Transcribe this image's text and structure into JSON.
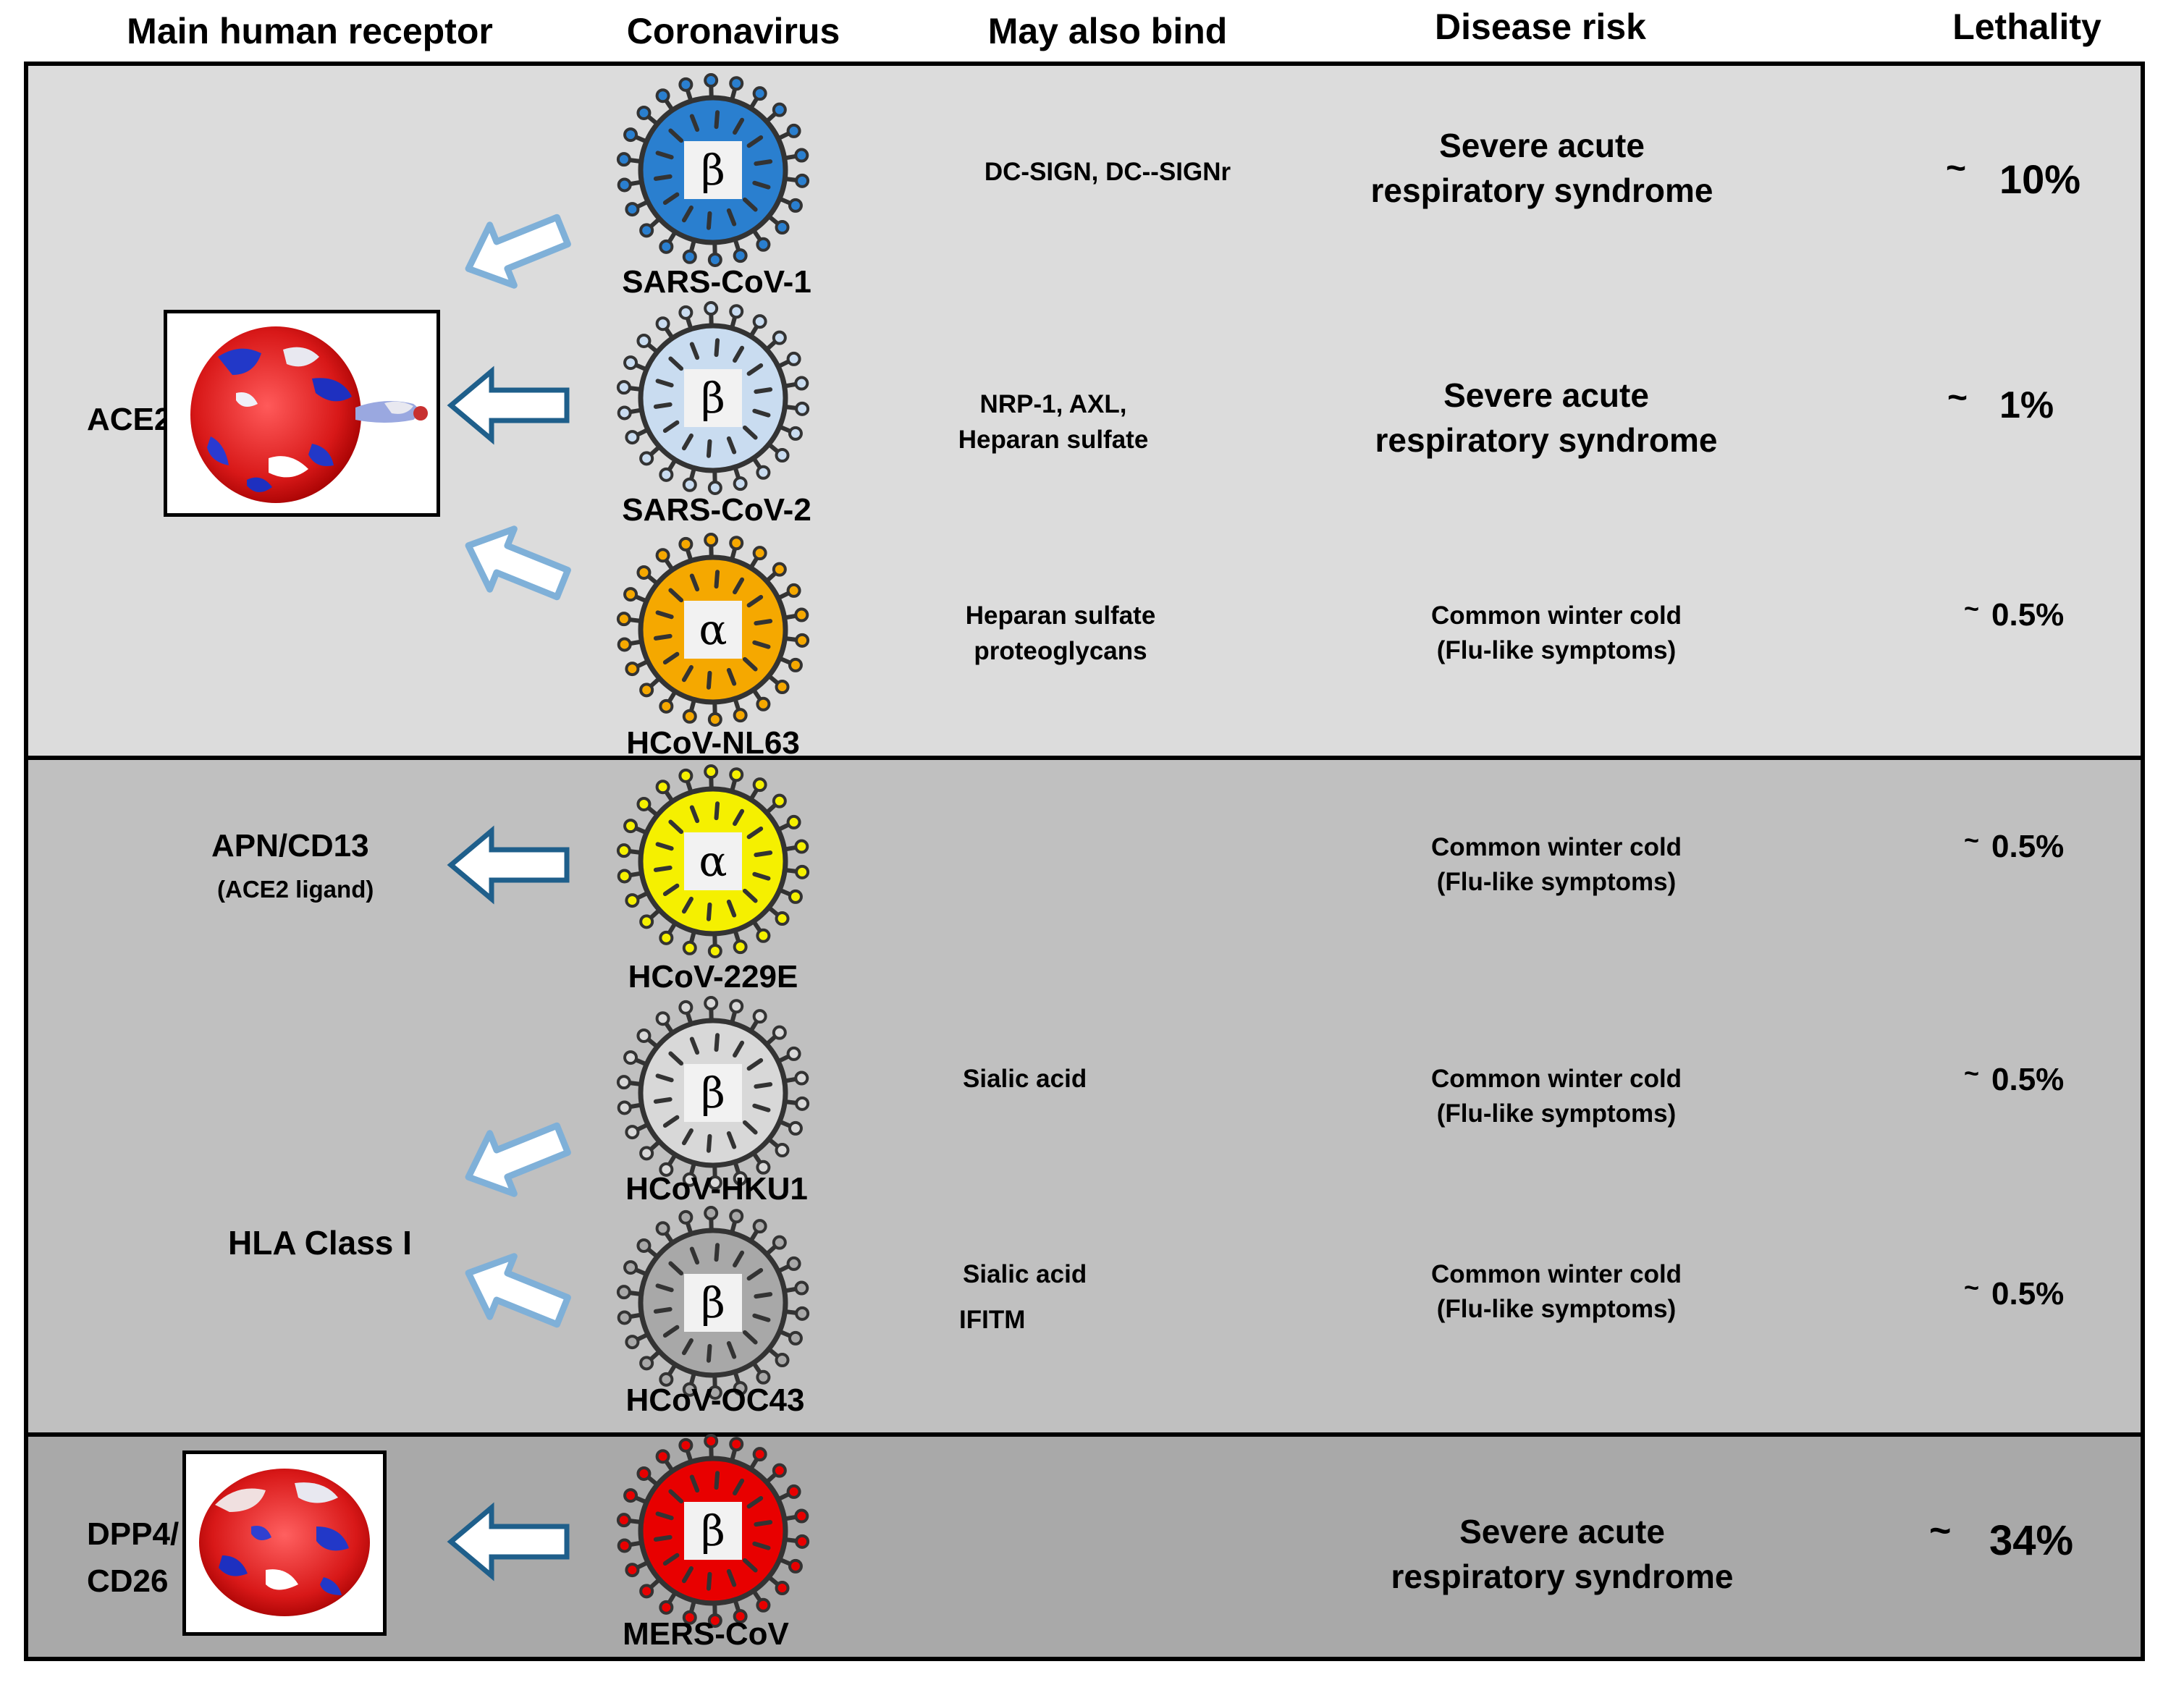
{
  "headers": {
    "receptor": "Main human receptor",
    "virus": "Coronavirus",
    "bind": "May also bind",
    "disease": "Disease risk",
    "lethality": "Lethality"
  },
  "colors": {
    "band1": "#dcdcdc",
    "band2": "#c0c0c0",
    "band3": "#a9a9a9",
    "arrow_outline": "#1f5f8b",
    "arrow_faded": "#7fb0d8"
  },
  "receptors": {
    "ace2": "ACE2",
    "apn": "APN/CD13",
    "apn_note": "(ACE2 ligand)",
    "hla": "HLA Class I",
    "dpp4_line1": "DPP4/",
    "dpp4_line2": "CD26"
  },
  "viruses": [
    {
      "name": "SARS-CoV-1",
      "genus": "β",
      "color": "#2a7fcf",
      "also_bind": [
        "DC-SIGN, DC--SIGNr"
      ],
      "disease": [
        "Severe acute",
        "respiratory syndrome"
      ],
      "lethality_tilde": "~",
      "lethality": "10%"
    },
    {
      "name": "SARS-CoV-2",
      "genus": "β",
      "color": "#c9dcf0",
      "also_bind": [
        "NRP-1, AXL,",
        "Heparan sulfate"
      ],
      "disease": [
        "Severe acute",
        "respiratory syndrome"
      ],
      "lethality_tilde": "~",
      "lethality": "1%"
    },
    {
      "name": "HCoV-NL63",
      "genus": "α",
      "color": "#f5a800",
      "also_bind": [
        "Heparan sulfate",
        "proteoglycans"
      ],
      "disease": [
        "Common winter  cold",
        "(Flu-like symptoms)"
      ],
      "lethality_tilde": "~",
      "lethality": "0.5%"
    },
    {
      "name": "HCoV-229E",
      "genus": "α",
      "color": "#f5f000",
      "also_bind": [],
      "disease": [
        "Common winter  cold",
        "(Flu-like symptoms)"
      ],
      "lethality_tilde": "~",
      "lethality": "0.5%"
    },
    {
      "name": "HCoV-HKU1",
      "genus": "β",
      "color": "#d8d8d8",
      "also_bind": [
        "Sialic acid"
      ],
      "disease": [
        "Common winter  cold",
        "(Flu-like symptoms)"
      ],
      "lethality_tilde": "~",
      "lethality": "0.5%"
    },
    {
      "name": "HCoV-OC43",
      "genus": "β",
      "color": "#a8a8a8",
      "also_bind": [
        "Sialic acid",
        "IFITM"
      ],
      "disease": [
        "Common winter  cold",
        "(Flu-like symptoms)"
      ],
      "lethality_tilde": "~",
      "lethality": "0.5%"
    },
    {
      "name": "MERS-CoV",
      "genus": "β",
      "color": "#e80000",
      "also_bind": [],
      "disease": [
        "Severe acute",
        "respiratory syndrome"
      ],
      "lethality_tilde": "~",
      "lethality": "34%"
    }
  ]
}
